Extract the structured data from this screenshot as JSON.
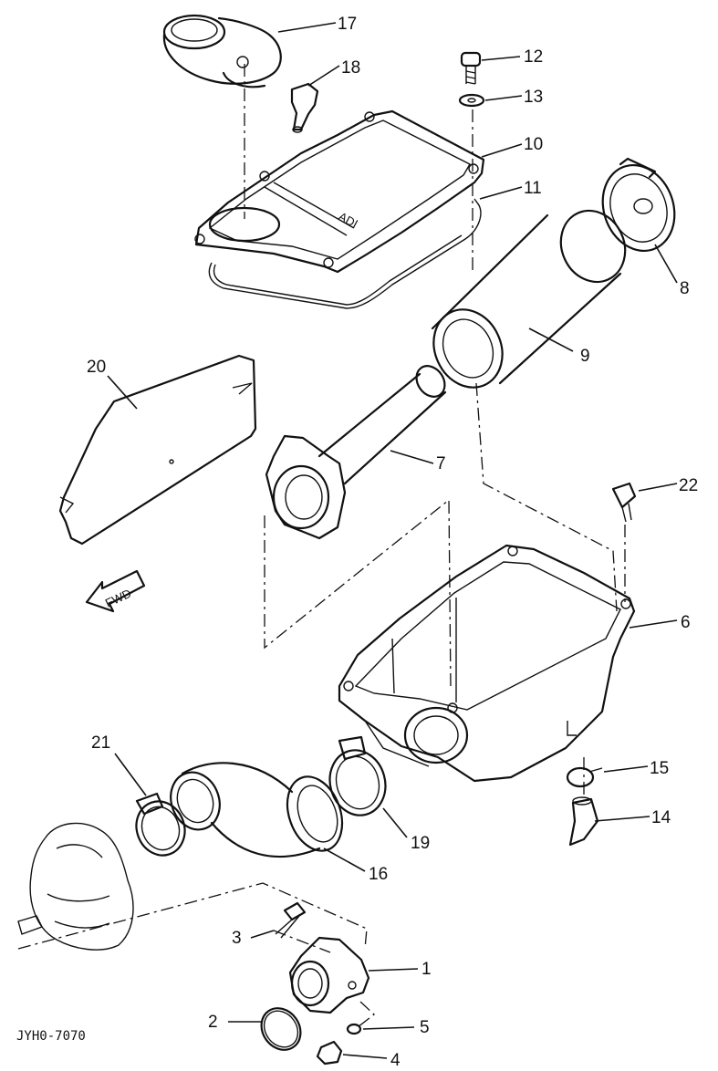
{
  "diagram": {
    "callouts": [
      {
        "id": "c17",
        "label": "17"
      },
      {
        "id": "c18",
        "label": "18"
      },
      {
        "id": "c12",
        "label": "12"
      },
      {
        "id": "c13",
        "label": "13"
      },
      {
        "id": "c10",
        "label": "10"
      },
      {
        "id": "c11",
        "label": "11"
      },
      {
        "id": "c8",
        "label": "8"
      },
      {
        "id": "c9",
        "label": "9"
      },
      {
        "id": "c20",
        "label": "20"
      },
      {
        "id": "c7",
        "label": "7"
      },
      {
        "id": "c22",
        "label": "22"
      },
      {
        "id": "c6",
        "label": "6"
      },
      {
        "id": "c15",
        "label": "15"
      },
      {
        "id": "c14",
        "label": "14"
      },
      {
        "id": "c21",
        "label": "21"
      },
      {
        "id": "c19",
        "label": "19"
      },
      {
        "id": "c16",
        "label": "16"
      },
      {
        "id": "c3",
        "label": "3"
      },
      {
        "id": "c1",
        "label": "1"
      },
      {
        "id": "c2",
        "label": "2"
      },
      {
        "id": "c5",
        "label": "5"
      },
      {
        "id": "c4",
        "label": "4"
      }
    ],
    "fwd_label": "FWD",
    "cover_marking": "ADI",
    "drawing_code": "JYH0-7070"
  }
}
